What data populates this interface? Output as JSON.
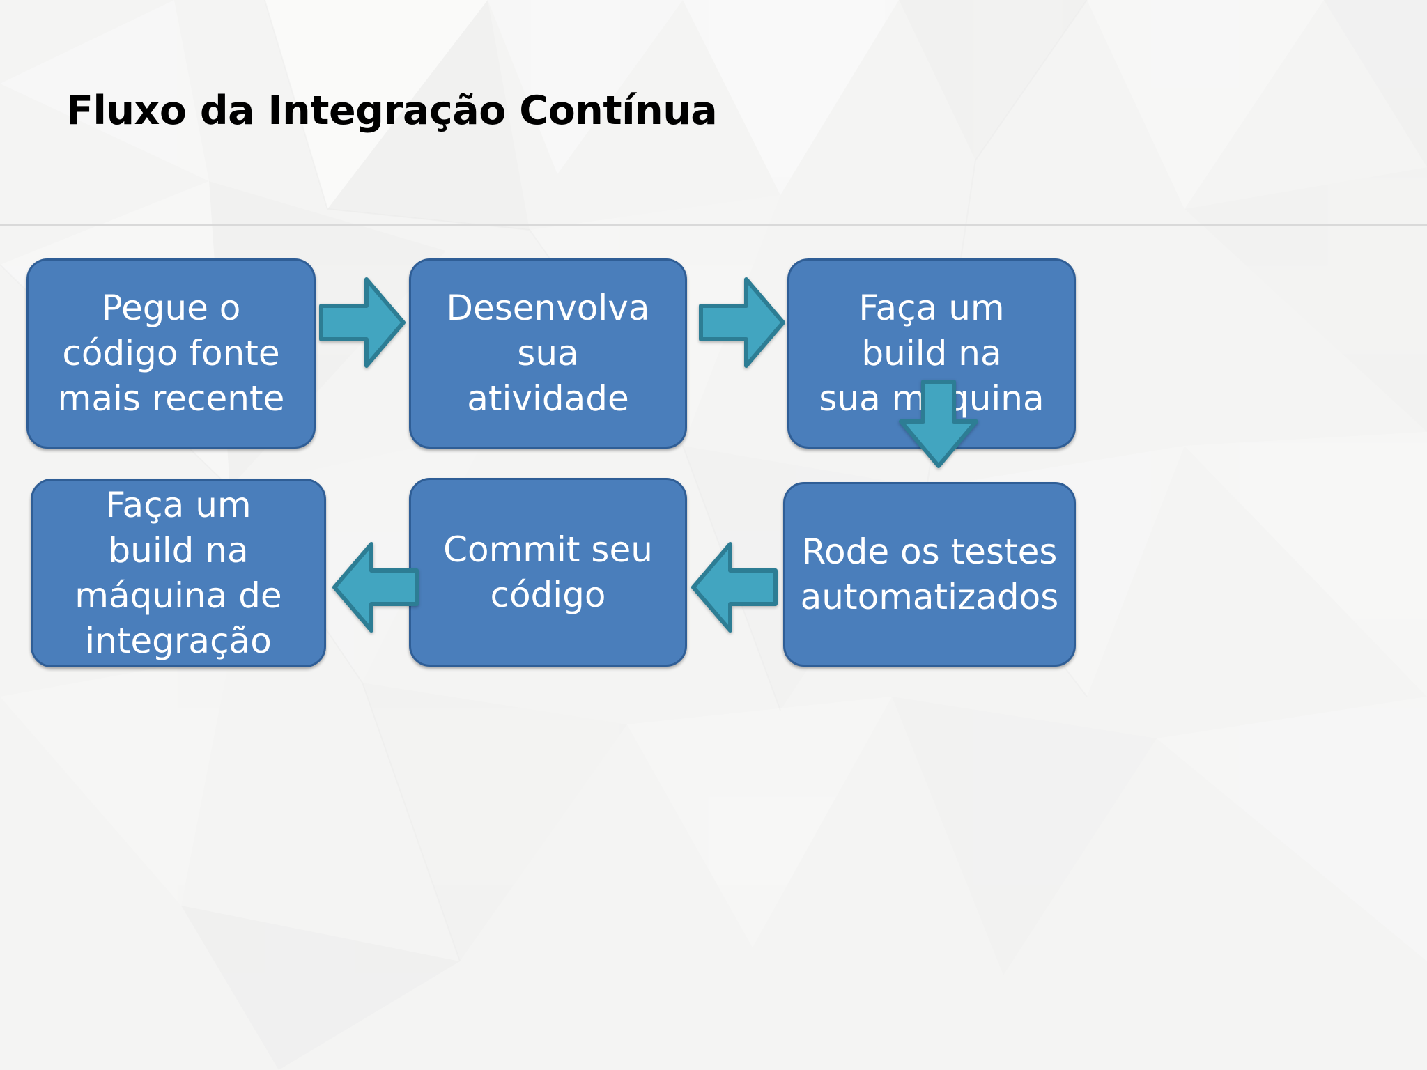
{
  "slide": {
    "title": "Fluxo da Integração Contínua",
    "background_color": "#f4f4f3",
    "title_color": "#000000",
    "divider_color": "#d9d9d9"
  },
  "theme": {
    "node_fill": "#4a7ebb",
    "node_border": "#2f5e96",
    "node_text_color": "#ffffff",
    "arrow_fill": "#42a5c0",
    "arrow_border": "#2d7d94"
  },
  "flow": {
    "nodes": [
      {
        "id": "n1",
        "label": "Pegue o\ncódigo fonte\nmais recente"
      },
      {
        "id": "n2",
        "label": "Desenvolva\nsua\natividade"
      },
      {
        "id": "n3",
        "label": "Faça um\nbuild na\nsua máquina"
      },
      {
        "id": "n4",
        "label": "Rode os testes\nautomatizados"
      },
      {
        "id": "n5",
        "label": "Commit seu\ncódigo"
      },
      {
        "id": "n6",
        "label": "Faça um\nbuild na\nmáquina de\nintegração"
      }
    ],
    "arrows": [
      {
        "id": "a1",
        "direction": "right",
        "from": "n1",
        "to": "n2"
      },
      {
        "id": "a2",
        "direction": "right",
        "from": "n2",
        "to": "n3"
      },
      {
        "id": "a3",
        "direction": "down",
        "from": "n3",
        "to": "n4"
      },
      {
        "id": "a4",
        "direction": "left",
        "from": "n4",
        "to": "n5"
      },
      {
        "id": "a5",
        "direction": "left",
        "from": "n5",
        "to": "n6"
      }
    ]
  }
}
